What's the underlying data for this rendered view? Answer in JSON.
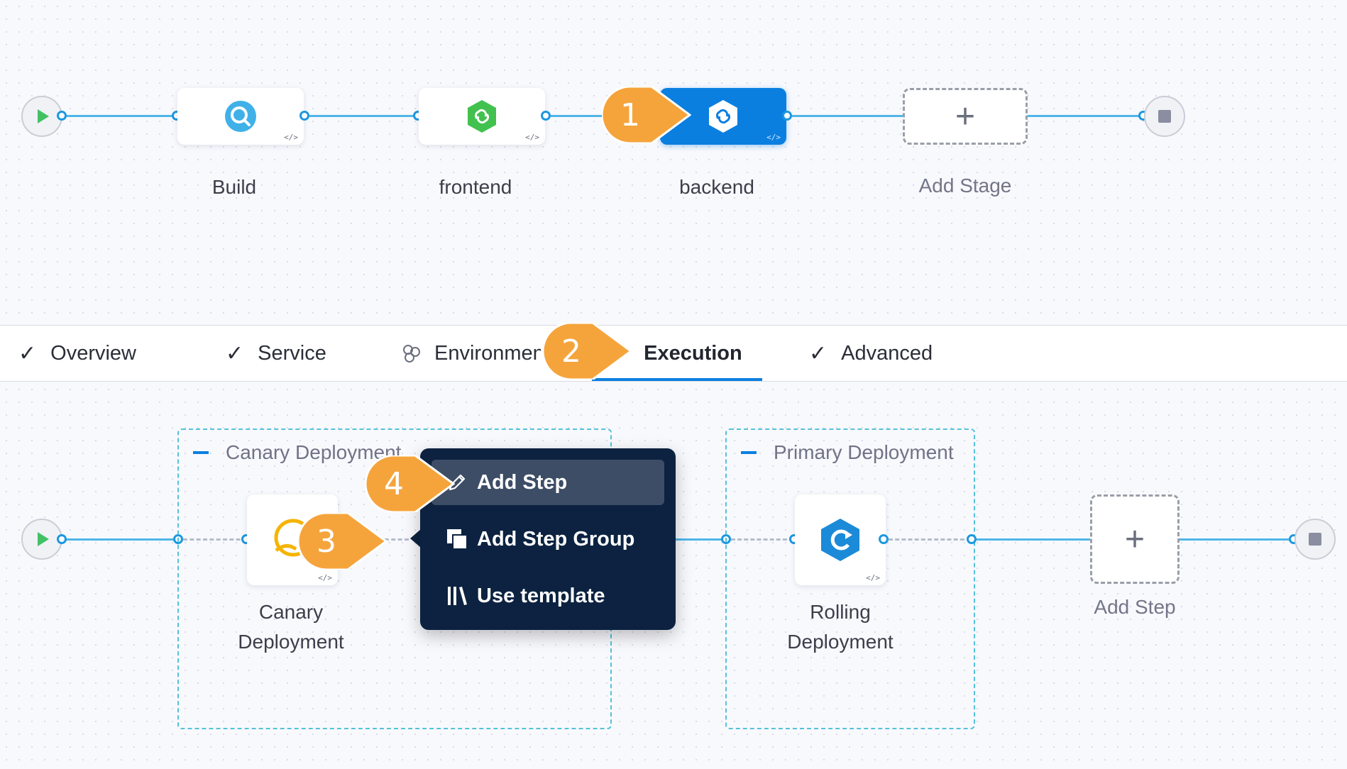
{
  "pipeline": {
    "stages": [
      {
        "name": "Build",
        "code_badge": "</>"
      },
      {
        "name": "frontend",
        "code_badge": "</>"
      },
      {
        "name": "backend",
        "code_badge": "</>",
        "selected": true
      }
    ],
    "add_stage_label": "Add Stage",
    "add_icon": "+"
  },
  "tabs": [
    {
      "label": "Overview",
      "status": "complete",
      "icon": "check-icon"
    },
    {
      "label": "Service",
      "status": "complete",
      "icon": "check-icon"
    },
    {
      "label": "Environment",
      "status": "incomplete",
      "icon": "environment-icon"
    },
    {
      "label": "Execution",
      "status": "complete",
      "icon": "check-icon",
      "active": true
    },
    {
      "label": "Advanced",
      "status": "complete",
      "icon": "check-icon"
    }
  ],
  "check_glyph": "✓",
  "execution": {
    "groups": [
      {
        "title": "Canary Deployment",
        "steps": [
          {
            "line1": "Canary",
            "line2": "Deployment",
            "code_badge": "</>"
          }
        ]
      },
      {
        "title": "Primary Deployment",
        "steps": [
          {
            "line1": "Rolling",
            "line2": "Deployment",
            "code_badge": "</>"
          }
        ]
      }
    ],
    "add_step_label": "Add Step",
    "add_icon": "+"
  },
  "menu": {
    "items": [
      {
        "label": "Add Step",
        "icon": "pencil-icon",
        "hovered": true
      },
      {
        "label": "Add Step Group",
        "icon": "step-group-icon"
      },
      {
        "label": "Use template",
        "icon": "template-icon"
      }
    ]
  },
  "callouts": [
    "1",
    "2",
    "3",
    "4"
  ],
  "colors": {
    "accent": "#0b7fe0",
    "connector": "#4fb5e8",
    "callout": "#f5a43c",
    "menu_bg": "#0c2240",
    "start": "#42c164"
  }
}
